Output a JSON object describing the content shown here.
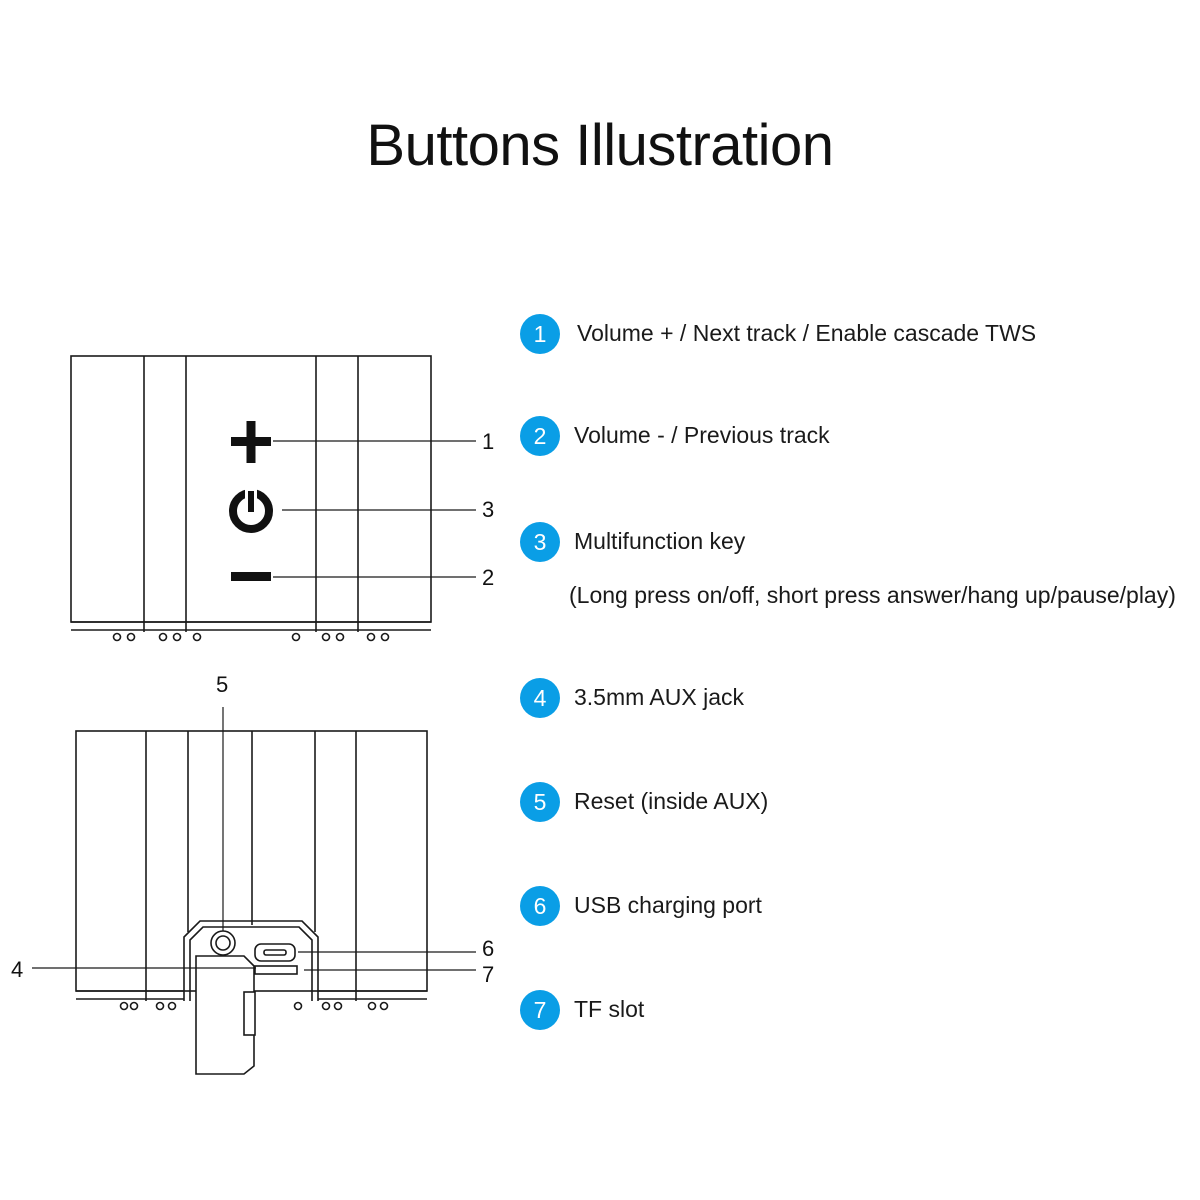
{
  "title": "Buttons Illustration",
  "accent_color": "#0a9ee6",
  "icons": {
    "plus": "plus-icon",
    "power": "power-icon",
    "minus": "minus-icon"
  },
  "callouts": {
    "top": [
      "1",
      "3",
      "2"
    ],
    "bottom": [
      "5",
      "4",
      "6",
      "7"
    ]
  },
  "legend": [
    {
      "number": "1",
      "label": "Volume + / Next track / Enable cascade TWS"
    },
    {
      "number": "2",
      "label": "Volume - / Previous track"
    },
    {
      "number": "3",
      "label": "Multifunction key",
      "note": "(Long press on/off, short press answer/hang up/pause/play)"
    },
    {
      "number": "4",
      "label": "3.5mm AUX jack"
    },
    {
      "number": "5",
      "label": "Reset (inside AUX)"
    },
    {
      "number": "6",
      "label": "USB charging port"
    },
    {
      "number": "7",
      "label": "TF slot"
    }
  ]
}
